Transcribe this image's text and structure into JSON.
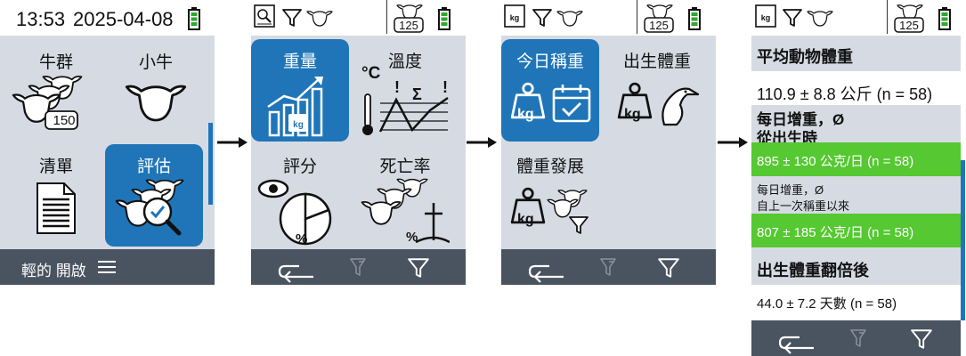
{
  "screen1": {
    "time": "13:53",
    "date": "2025-04-08",
    "tiles": [
      {
        "label": "牛群",
        "badge": "150"
      },
      {
        "label": "小牛"
      },
      {
        "label": "清單"
      },
      {
        "label": "評估"
      }
    ],
    "bottom_label": "輕的 開啟"
  },
  "screen2": {
    "count_badge": "125",
    "tiles": [
      {
        "label": "重量"
      },
      {
        "label": "溫度",
        "unit": "°C"
      },
      {
        "label": "評分",
        "pct": "%"
      },
      {
        "label": "死亡率",
        "pct": "%"
      }
    ]
  },
  "screen3": {
    "count_badge": "125",
    "tiles": [
      {
        "label": "今日稱重"
      },
      {
        "label": "出生體重"
      },
      {
        "label": "體重發展"
      }
    ],
    "kg": "kg"
  },
  "screen4": {
    "count_badge": "125",
    "kg": "kg",
    "h1": "平均動物體重",
    "v1": "110.9 ± 8.8 公斤 (n = 58)",
    "h2a": "每日增重，Ø",
    "h2b": "從出生時",
    "v2": "895 ± 130 公克/日 (n = 58)",
    "h3a": "每日增重，Ø",
    "h3b": "自上一次稱重以來",
    "v3": "807 ± 185 公克/日 (n = 58)",
    "h4": "出生體重翻倍後",
    "v4": "44.0 ± 7.2 天數 (n = 58)"
  },
  "colors": {
    "accent": "#1f75b8",
    "panel": "#d6dbe3",
    "bar": "#4a5360",
    "highlight": "#55c832",
    "battery": "#2fa72f"
  }
}
